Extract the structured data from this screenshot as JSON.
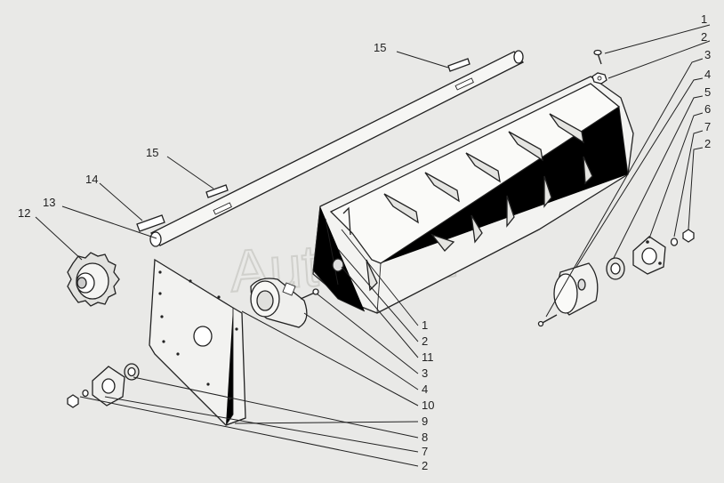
{
  "watermark": "AutoSoft",
  "callouts": {
    "top_right": [
      "1",
      "2",
      "3",
      "4",
      "5",
      "6",
      "7",
      "2"
    ],
    "bottom_center": [
      "1",
      "2",
      "11",
      "3",
      "4",
      "10",
      "9",
      "8",
      "7",
      "2"
    ],
    "left": [
      "15",
      "15",
      "14",
      "13",
      "12"
    ]
  },
  "colors": {
    "background": "#e9e9e7",
    "line": "#222222"
  }
}
